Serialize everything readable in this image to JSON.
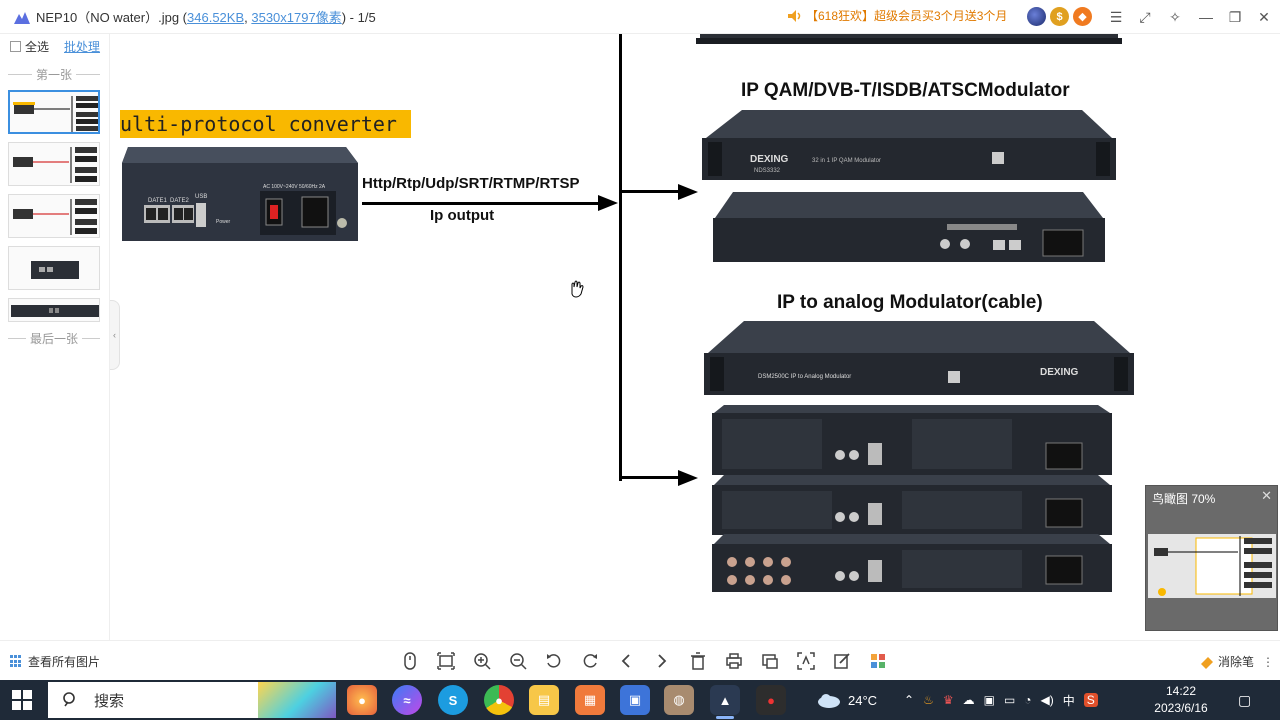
{
  "window": {
    "filename": "NEP10（NO water）.jpg",
    "filesize": "346.52KB",
    "dimensions": "3530x1797像素",
    "page_index": "- 1/5"
  },
  "promo": {
    "text": "【618狂欢】超级会员买3个月送3个月"
  },
  "sidebar": {
    "select_all": "全选",
    "batch": "批处理",
    "first_label": "第一张",
    "last_label": "最后一张"
  },
  "canvas": {
    "banner_text": "ulti-protocol converter",
    "protocol_label": "Http/Rtp/Udp/SRT/RTMP/RTSP",
    "output_label": "Ip output",
    "heading_qam": "IP QAM/DVB-T/ISDB/ATSCModulator",
    "heading_analog": "IP to analog Modulator(cable)",
    "device_brand": "DEXING",
    "device_model_qam": "NDS3332",
    "device_qam_desc": "32 in 1 IP QAM Modulator",
    "device_analog_desc": "DSM2500C IP to Analog Modulator",
    "converter_port_1": "DATE1",
    "converter_port_2": "DATE2",
    "converter_usb": "USB",
    "converter_power_spec": "AC 100V~240V 50/60Hz 2A",
    "converter_power": "Power"
  },
  "birdeye": {
    "title": "鸟瞰图 70%"
  },
  "toolbar": {
    "view_all": "查看所有图片",
    "eraser": "消除笔"
  },
  "taskbar": {
    "search_placeholder": "搜索",
    "weather": "24°C",
    "ime": "中",
    "time": "14:22",
    "date": "2023/6/16"
  }
}
